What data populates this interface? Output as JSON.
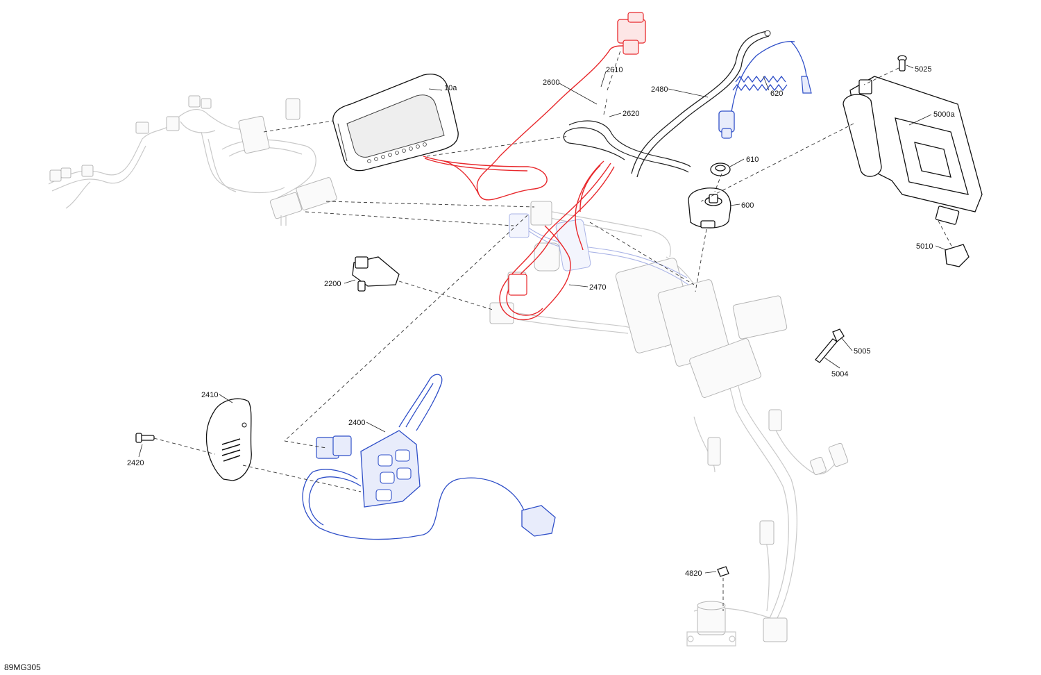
{
  "figure_id": "89MG305",
  "callouts": {
    "c10a": "10a",
    "c2600": "2600",
    "c2610": "2610",
    "c2620": "2620",
    "c2480": "2480",
    "c620": "620",
    "c610": "610",
    "c600": "600",
    "c5025": "5025",
    "c5000a": "5000a",
    "c5010": "5010",
    "c2200": "2200",
    "c2470": "2470",
    "c5005": "5005",
    "c5004": "5004",
    "c2410": "2410",
    "c2400": "2400",
    "c2420": "2420",
    "c4820": "4820"
  },
  "colors": {
    "highlight_red": "#e8282c",
    "highlight_blue": "#2f4fc8",
    "ghost_gray": "#c9c9c9",
    "line_black": "#111111"
  }
}
